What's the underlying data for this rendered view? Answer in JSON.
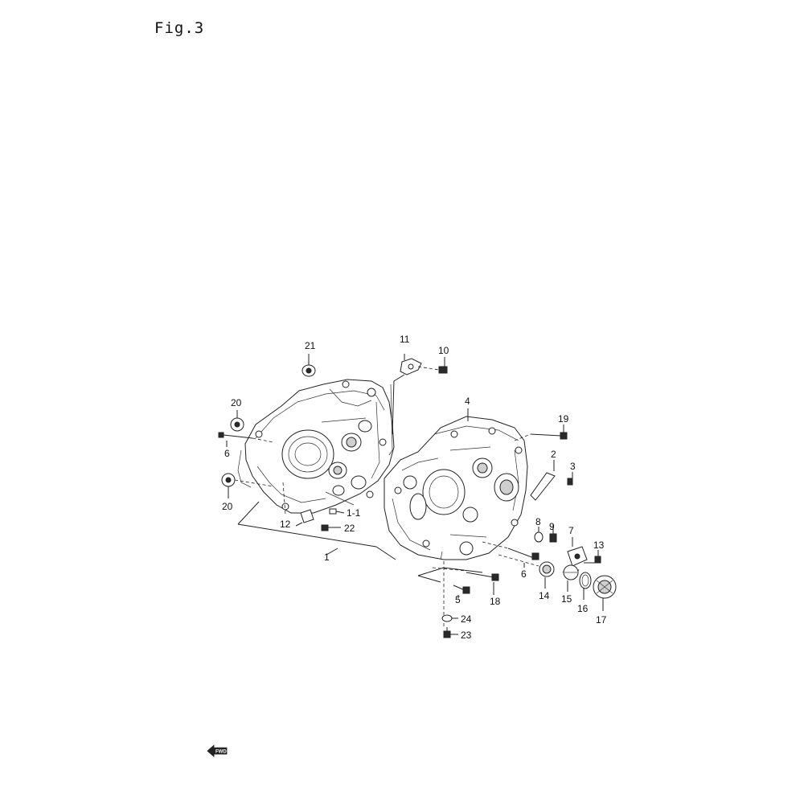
{
  "figure": {
    "title": "Fig.3"
  },
  "callouts": [
    {
      "id": "c21",
      "label": "21"
    },
    {
      "id": "c11",
      "label": "11"
    },
    {
      "id": "c10",
      "label": "10"
    },
    {
      "id": "c20a",
      "label": "20"
    },
    {
      "id": "c4",
      "label": "4"
    },
    {
      "id": "c19",
      "label": "19"
    },
    {
      "id": "c6a",
      "label": "6"
    },
    {
      "id": "c2",
      "label": "2"
    },
    {
      "id": "c3",
      "label": "3"
    },
    {
      "id": "c20b",
      "label": "20"
    },
    {
      "id": "c1-1",
      "label": "1-1"
    },
    {
      "id": "c12",
      "label": "12"
    },
    {
      "id": "c22",
      "label": "22"
    },
    {
      "id": "c8",
      "label": "8"
    },
    {
      "id": "c9",
      "label": "9"
    },
    {
      "id": "c7",
      "label": "7"
    },
    {
      "id": "c13",
      "label": "13"
    },
    {
      "id": "c1",
      "label": "1"
    },
    {
      "id": "c6b",
      "label": "6"
    },
    {
      "id": "c14",
      "label": "14"
    },
    {
      "id": "c15",
      "label": "15"
    },
    {
      "id": "c16",
      "label": "16"
    },
    {
      "id": "c17",
      "label": "17"
    },
    {
      "id": "c5",
      "label": "5"
    },
    {
      "id": "c18",
      "label": "18"
    },
    {
      "id": "c24",
      "label": "24"
    },
    {
      "id": "c23",
      "label": "23"
    }
  ],
  "fwd_arrow": {
    "icon": "fwd-arrow-icon",
    "label": "FWD"
  }
}
